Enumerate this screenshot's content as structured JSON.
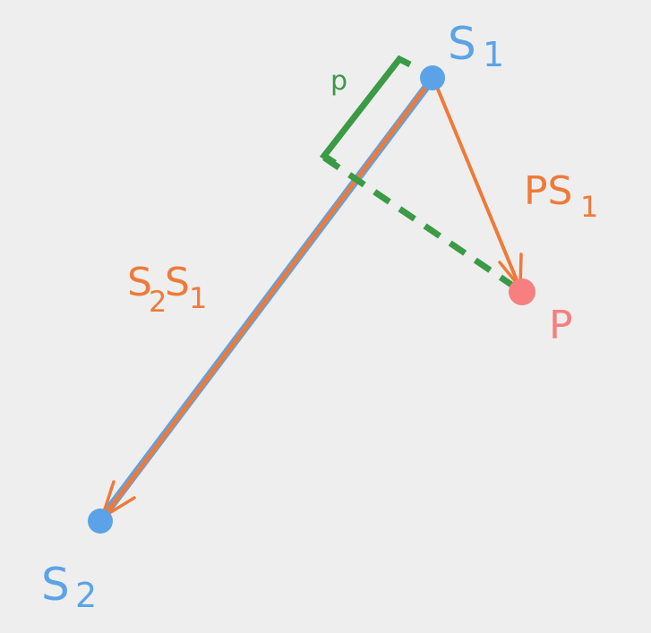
{
  "colors": {
    "background": "#eeeeee",
    "segment_blue": "#5ba3e6",
    "vector_orange": "#ee7a3a",
    "projection_green": "#3a9a45",
    "point_red": "#f77f7f"
  },
  "labels": {
    "s1": {
      "main": "S",
      "sub": "1"
    },
    "s2": {
      "main": "S",
      "sub": "2"
    },
    "p": "P",
    "ps1": {
      "main": "PS",
      "sub": "1"
    },
    "s2s1": {
      "a": "S",
      "a_sub": "2",
      "b": "S",
      "b_sub": "1"
    },
    "proj": "p"
  }
}
